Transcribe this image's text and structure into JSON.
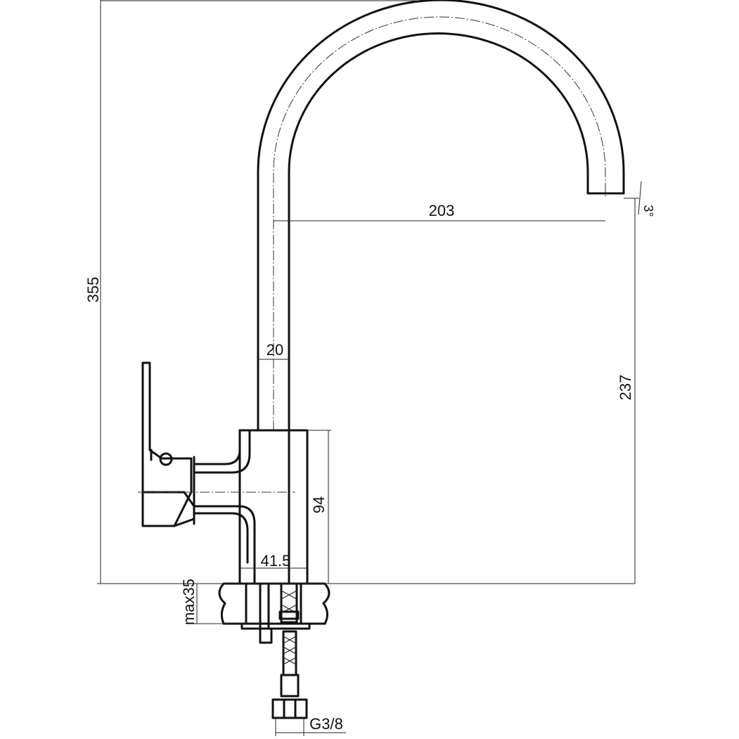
{
  "dimensions": {
    "total_height": "355",
    "spout_reach": "203",
    "spout_height": "237",
    "pipe_diameter": "20",
    "body_height": "94",
    "body_width": "41.5",
    "max_countertop": "max35",
    "connection_thread": "G3/8",
    "tilt_angle": "3°"
  }
}
